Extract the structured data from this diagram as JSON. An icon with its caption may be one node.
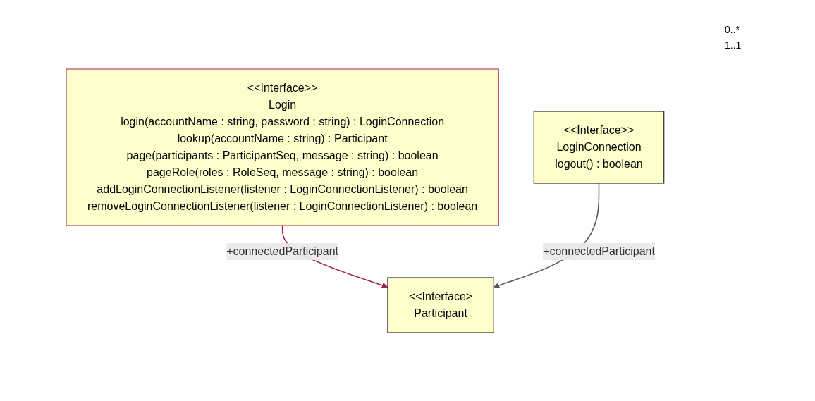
{
  "diagram": {
    "nodes": [
      {
        "text": [
          "<<Interface>>",
          "Login",
          "login(accountName : string, password : string) : LoginConnection",
          "lookup(accountName : string) : Participant",
          "page(participants : ParticipantSeq, message : string) : boolean",
          "pageRole(roles : RoleSeq, message : string) : boolean",
          "addLoginConnectionListener(listener : LoginConnectionListener) : boolean",
          "removeLoginConnectionListener(listener : LoginConnectionListener) : boolean"
        ]
      },
      {
        "text": [
          "<<Interface>",
          "Participant"
        ]
      },
      {
        "text": [
          "<<Interface>>",
          "LoginConnection",
          "logout() : boolean"
        ]
      }
    ],
    "edges": [
      {
        "from": 0,
        "to": 1,
        "arrow": "to",
        "label": "+connectedParticipant",
        "color": "#a0204a"
      },
      {
        "from": 2,
        "to": 1,
        "arrow": "to",
        "label": "+connectedParticipant"
      }
    ],
    "labels": [
      "0..*",
      "1..1"
    ]
  }
}
